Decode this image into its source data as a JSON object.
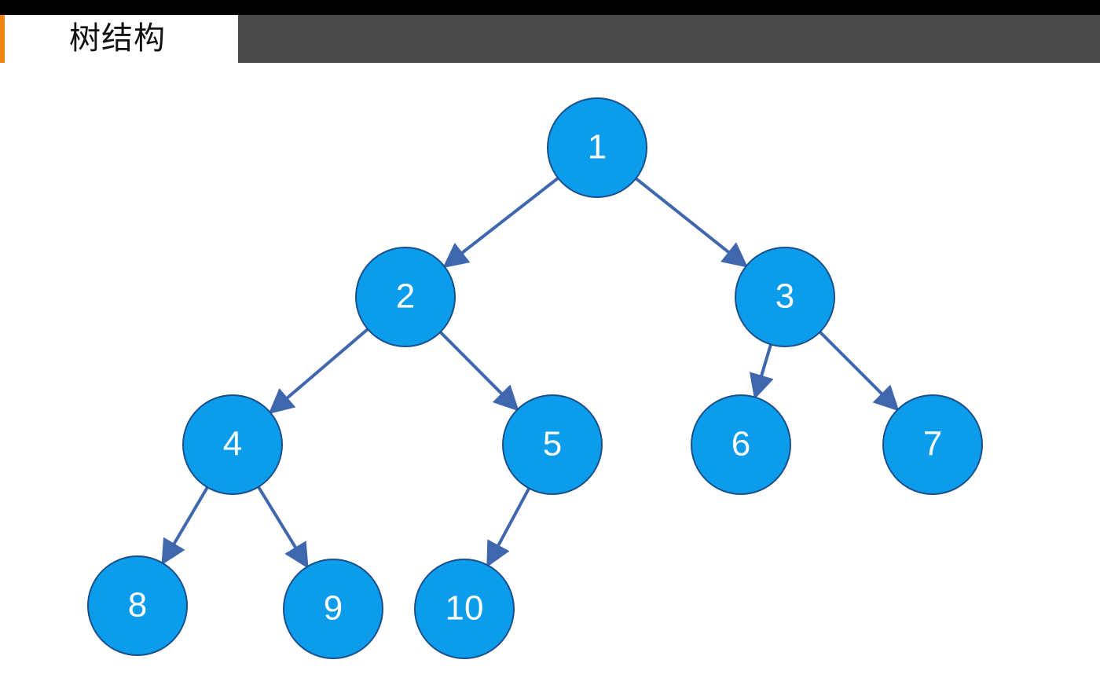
{
  "slide": {
    "title": "树结构",
    "accent_color": "#f0820f",
    "node_fill": "#0b9cec",
    "node_stroke": "#1a4f8a",
    "edge_color": "#3f67ad"
  },
  "tree": {
    "nodes": [
      {
        "id": "1",
        "label": "1"
      },
      {
        "id": "2",
        "label": "2"
      },
      {
        "id": "3",
        "label": "3"
      },
      {
        "id": "4",
        "label": "4"
      },
      {
        "id": "5",
        "label": "5"
      },
      {
        "id": "6",
        "label": "6"
      },
      {
        "id": "7",
        "label": "7"
      },
      {
        "id": "8",
        "label": "8"
      },
      {
        "id": "9",
        "label": "9"
      },
      {
        "id": "10",
        "label": "10"
      }
    ],
    "edges": [
      {
        "from": "1",
        "to": "2"
      },
      {
        "from": "1",
        "to": "3"
      },
      {
        "from": "2",
        "to": "4"
      },
      {
        "from": "2",
        "to": "5"
      },
      {
        "from": "3",
        "to": "6"
      },
      {
        "from": "3",
        "to": "7"
      },
      {
        "from": "4",
        "to": "8"
      },
      {
        "from": "4",
        "to": "9"
      },
      {
        "from": "5",
        "to": "10"
      }
    ]
  }
}
